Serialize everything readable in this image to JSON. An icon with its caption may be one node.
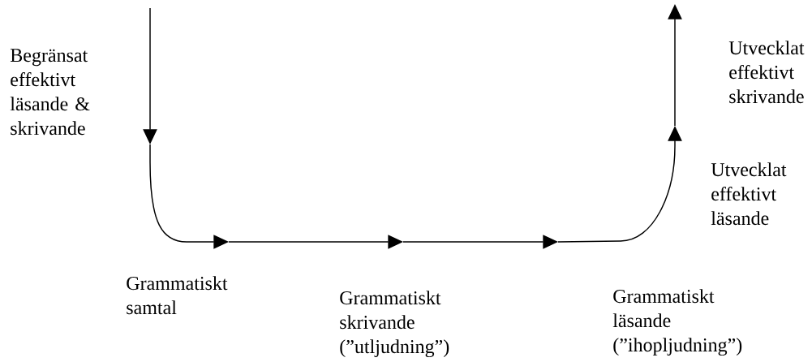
{
  "diagram": {
    "labels": [
      "Begränsat effektivt läsande & skrivande",
      "Grammatiskt samtal",
      "Grammatiskt skrivande (”utljudning”)",
      "Grammatiskt läsande (”ihopljudning”)",
      "Utvecklat effektivt läsande",
      "Utvecklat effektivt skrivande"
    ]
  }
}
